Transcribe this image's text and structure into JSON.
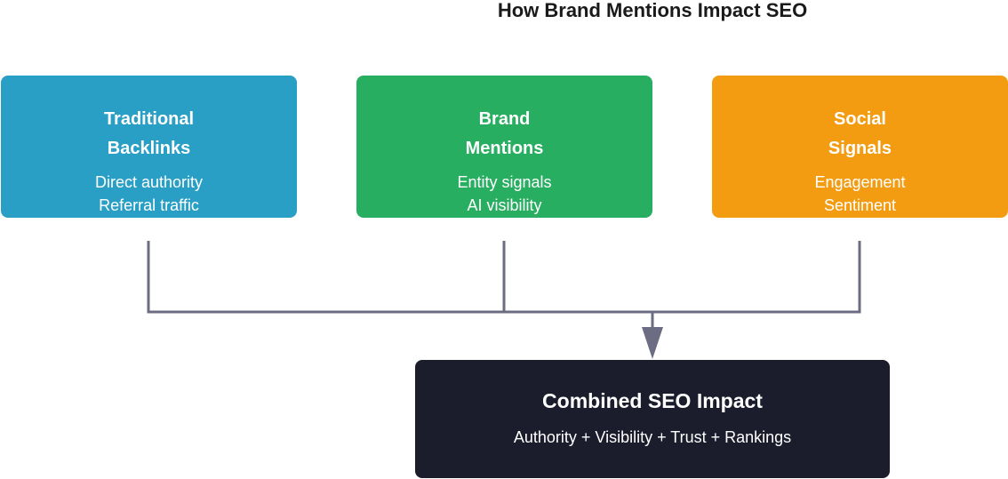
{
  "title": "How Brand Mentions Impact SEO",
  "cards": [
    {
      "heading_lines": [
        "Traditional",
        "Backlinks"
      ],
      "detail_lines": [
        "Direct authority",
        "Referral traffic"
      ],
      "color": "#2a9fc6"
    },
    {
      "heading_lines": [
        "Brand",
        "Mentions"
      ],
      "detail_lines": [
        "Entity signals",
        "AI visibility"
      ],
      "color": "#27ae60"
    },
    {
      "heading_lines": [
        "Social",
        "Signals"
      ],
      "detail_lines": [
        "Engagement",
        "Sentiment"
      ],
      "color": "#f39c12"
    }
  ],
  "result": {
    "heading": "Combined SEO Impact",
    "detail": "Authority + Visibility + Trust + Rankings",
    "color": "#1b1c2c"
  },
  "connector_color": "#6c6d82"
}
